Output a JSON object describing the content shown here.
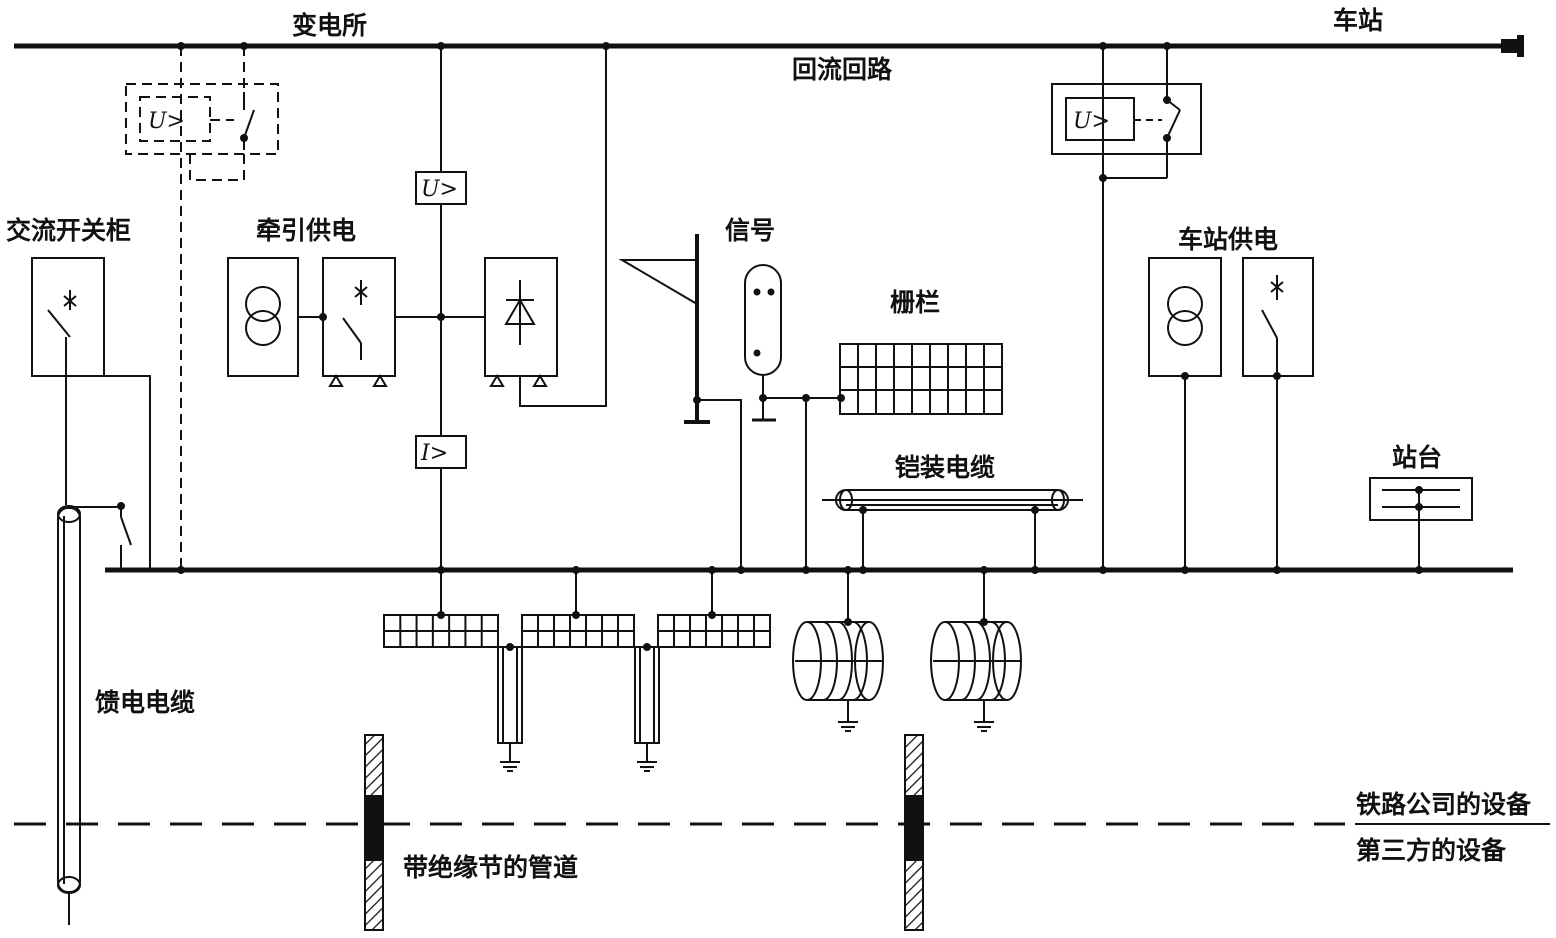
{
  "labels": {
    "substation": "变电所",
    "station": "车站",
    "return_circuit": "回流回路",
    "ac_switchgear": "交流开关柜",
    "traction_supply": "牵引供电",
    "signal": "信号",
    "fence": "栅栏",
    "station_supply": "车站供电",
    "armored_cable": "铠装电缆",
    "platform": "站台",
    "feeder_cable": "馈电电缆",
    "insulated_pipe": "带绝缘节的管道",
    "railway_equipment": "铁路公司的设备",
    "third_party_equipment": "第三方的设备"
  },
  "relays": {
    "overvoltage": "U>",
    "overcurrent": "I>"
  },
  "colors": {
    "ink": "#111111",
    "background": "#ffffff"
  }
}
